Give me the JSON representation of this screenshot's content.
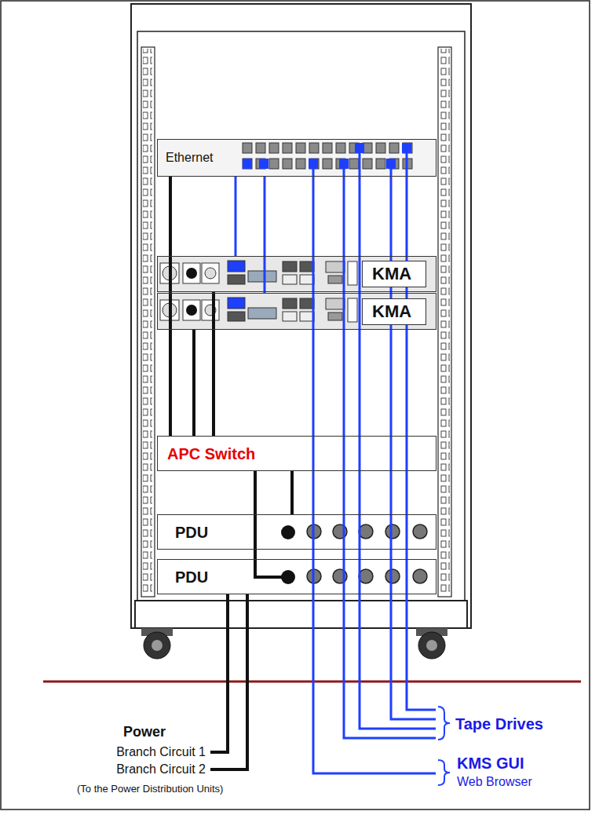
{
  "diagram": {
    "nodes": [
      {
        "text": [
          "Ethernet"
        ]
      },
      {
        "text": [
          "KMA"
        ]
      },
      {
        "text": [
          "KMA"
        ]
      },
      {
        "text": [
          "APC Switch"
        ]
      },
      {
        "text": [
          "PDU"
        ]
      },
      {
        "text": [
          "PDU"
        ]
      }
    ],
    "edges": [
      {
        "from": 0,
        "to": 1,
        "arrow": "none"
      },
      {
        "from": 0,
        "to": 2,
        "arrow": "none"
      },
      {
        "from": 3,
        "to": 0,
        "arrow": "none"
      },
      {
        "from": 3,
        "to": 1,
        "arrow": "none"
      },
      {
        "from": 3,
        "to": 2,
        "arrow": "none"
      },
      {
        "from": 3,
        "to": 4,
        "arrow": "none"
      },
      {
        "from": 3,
        "to": 5,
        "arrow": "none"
      }
    ],
    "labels": [
      "Power",
      "Branch Circuit 1",
      "Branch Circuit 2",
      "(To the Power Distribution Units)",
      "Tape Drives",
      "KMS GUI",
      "Web Browser"
    ]
  }
}
